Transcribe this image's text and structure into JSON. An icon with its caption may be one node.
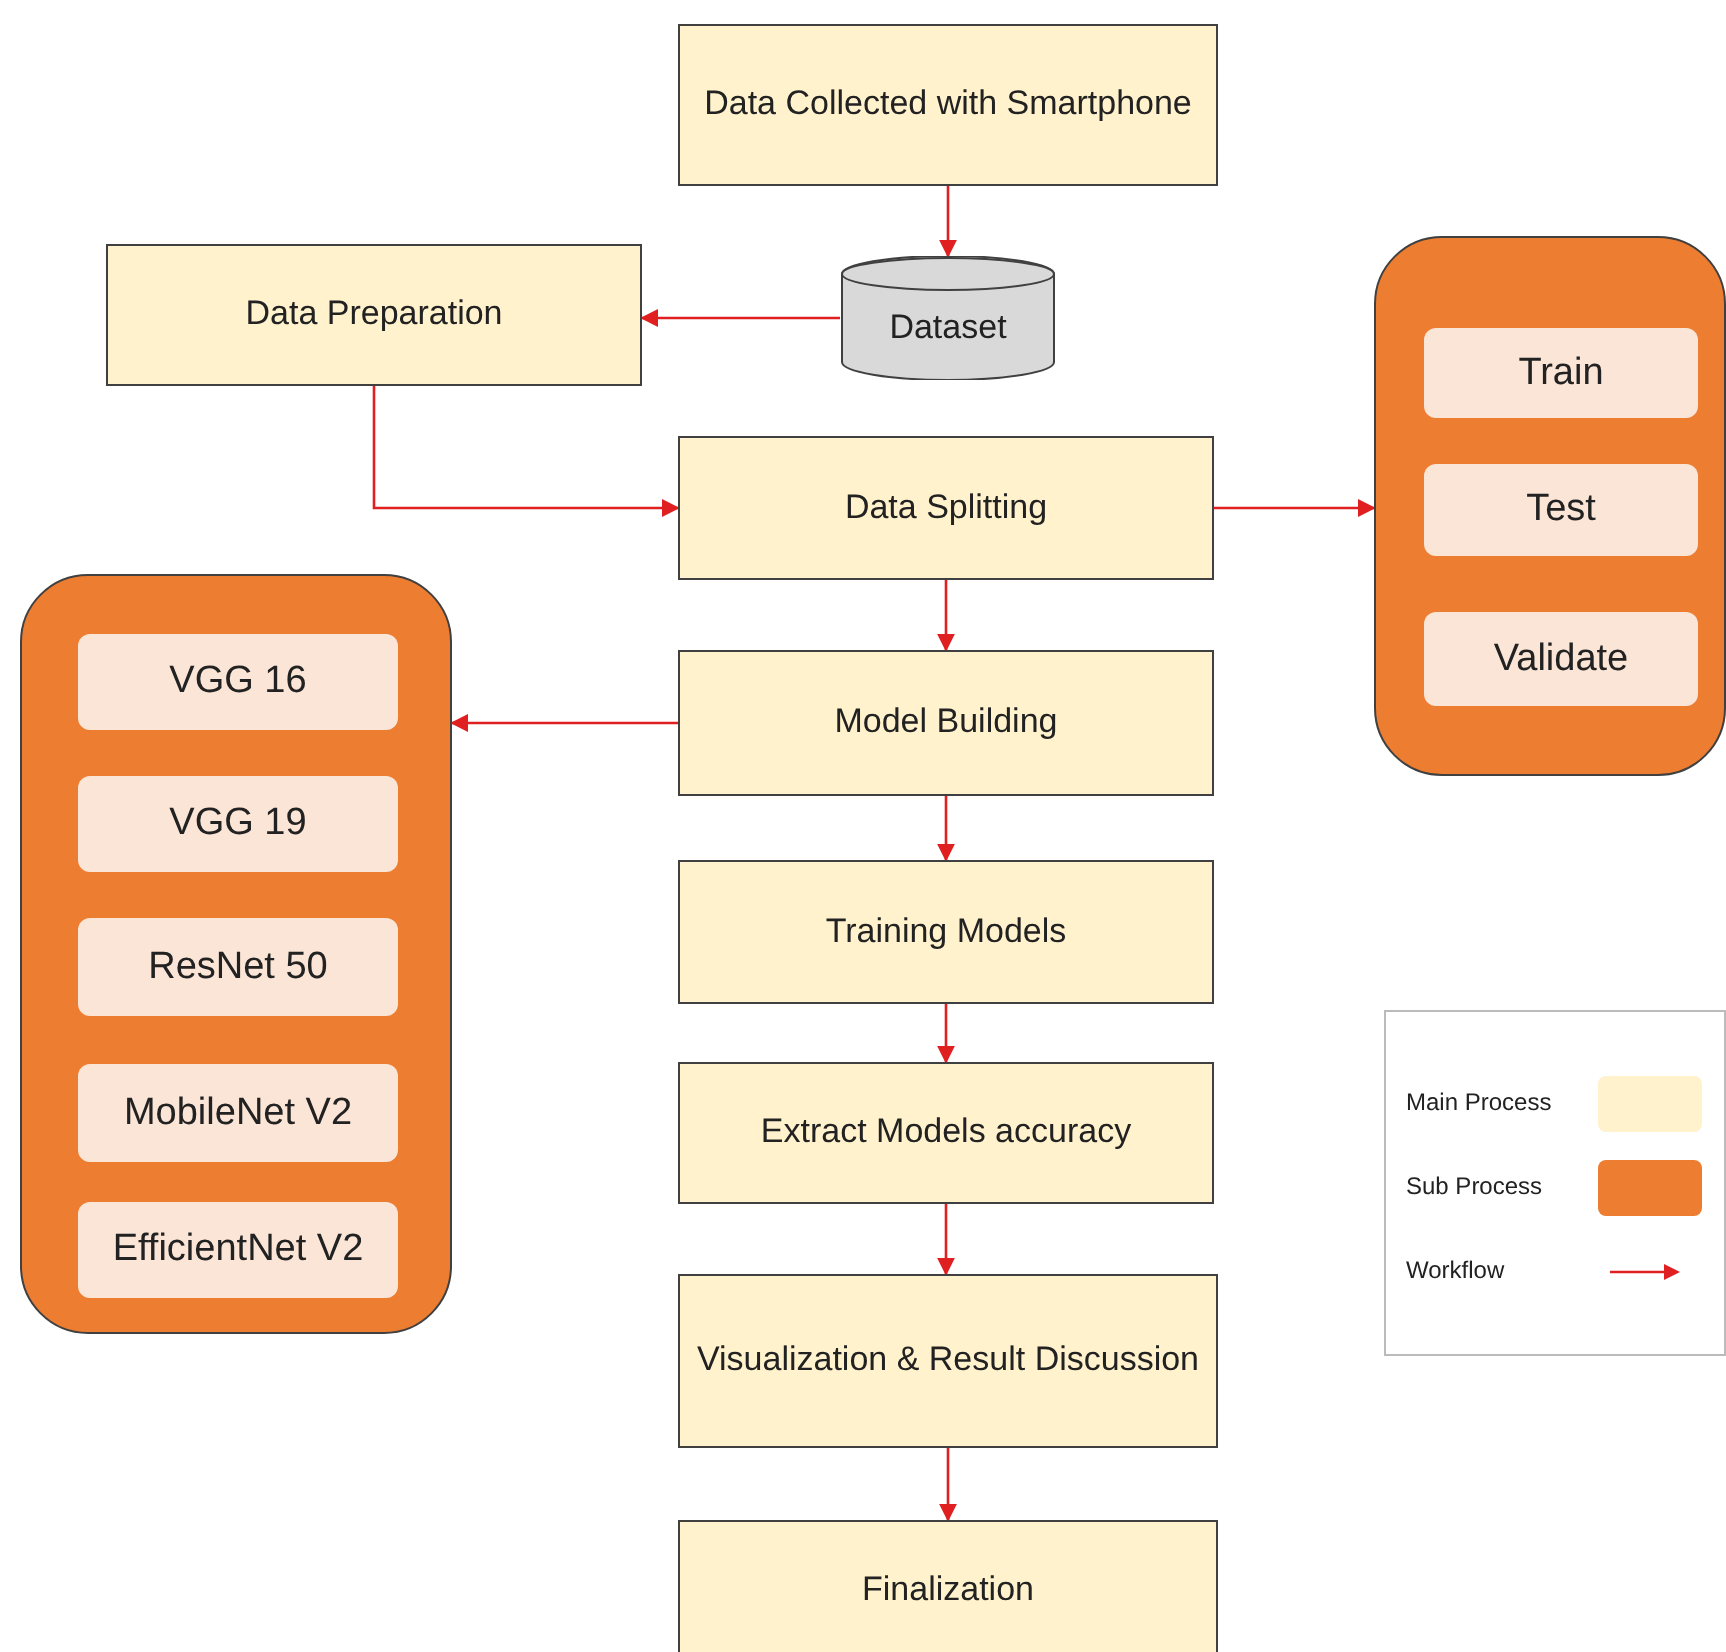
{
  "diagram": {
    "nodes": [
      {
        "text": [
          "Data Collected with Smartphone"
        ]
      },
      {
        "text": [
          "Dataset"
        ]
      },
      {
        "text": [
          "Data Preparation"
        ]
      },
      {
        "text": [
          "Data  Splitting"
        ]
      },
      {
        "text": [],
        "shape": "box"
      },
      {
        "text": [
          "Train"
        ],
        "in": 4
      },
      {
        "text": [
          "Test"
        ],
        "in": 4
      },
      {
        "text": [
          "Validate"
        ],
        "in": 4
      },
      {
        "text": [
          "Model Building"
        ]
      },
      {
        "text": [],
        "shape": "box"
      },
      {
        "text": [
          "VGG 16"
        ],
        "in": 9
      },
      {
        "text": [
          "VGG 19"
        ],
        "in": 9
      },
      {
        "text": [
          "ResNet 50"
        ],
        "in": 9
      },
      {
        "text": [
          "MobileNet V2"
        ],
        "in": 9
      },
      {
        "text": [
          "EfficientNet V2"
        ],
        "in": 9
      },
      {
        "text": [
          "Training Models"
        ]
      },
      {
        "text": [
          "Extract Models accuracy"
        ]
      },
      {
        "text": [
          "Visualization & Result Discussion"
        ]
      },
      {
        "text": [
          "Finalization"
        ]
      }
    ],
    "edges": [
      {
        "from": 0,
        "to": 1,
        "arrow": "to"
      },
      {
        "from": 1,
        "to": 2,
        "arrow": "to"
      },
      {
        "from": 2,
        "to": 3,
        "arrow": "to"
      },
      {
        "from": 3,
        "to": 4,
        "arrow": "to"
      },
      {
        "from": 3,
        "to": 8,
        "arrow": "to"
      },
      {
        "from": 8,
        "to": 9,
        "arrow": "to"
      },
      {
        "from": 8,
        "to": 15,
        "arrow": "to"
      },
      {
        "from": 15,
        "to": 16,
        "arrow": "to"
      },
      {
        "from": 16,
        "to": 17,
        "arrow": "to"
      },
      {
        "from": 17,
        "to": 18,
        "arrow": "to"
      }
    ],
    "legend": [
      {
        "text": "Main Process",
        "color": "#fff2cc"
      },
      {
        "text": "Sub Process",
        "color": "#ed7d31"
      },
      {
        "text": "Workflow"
      }
    ]
  }
}
